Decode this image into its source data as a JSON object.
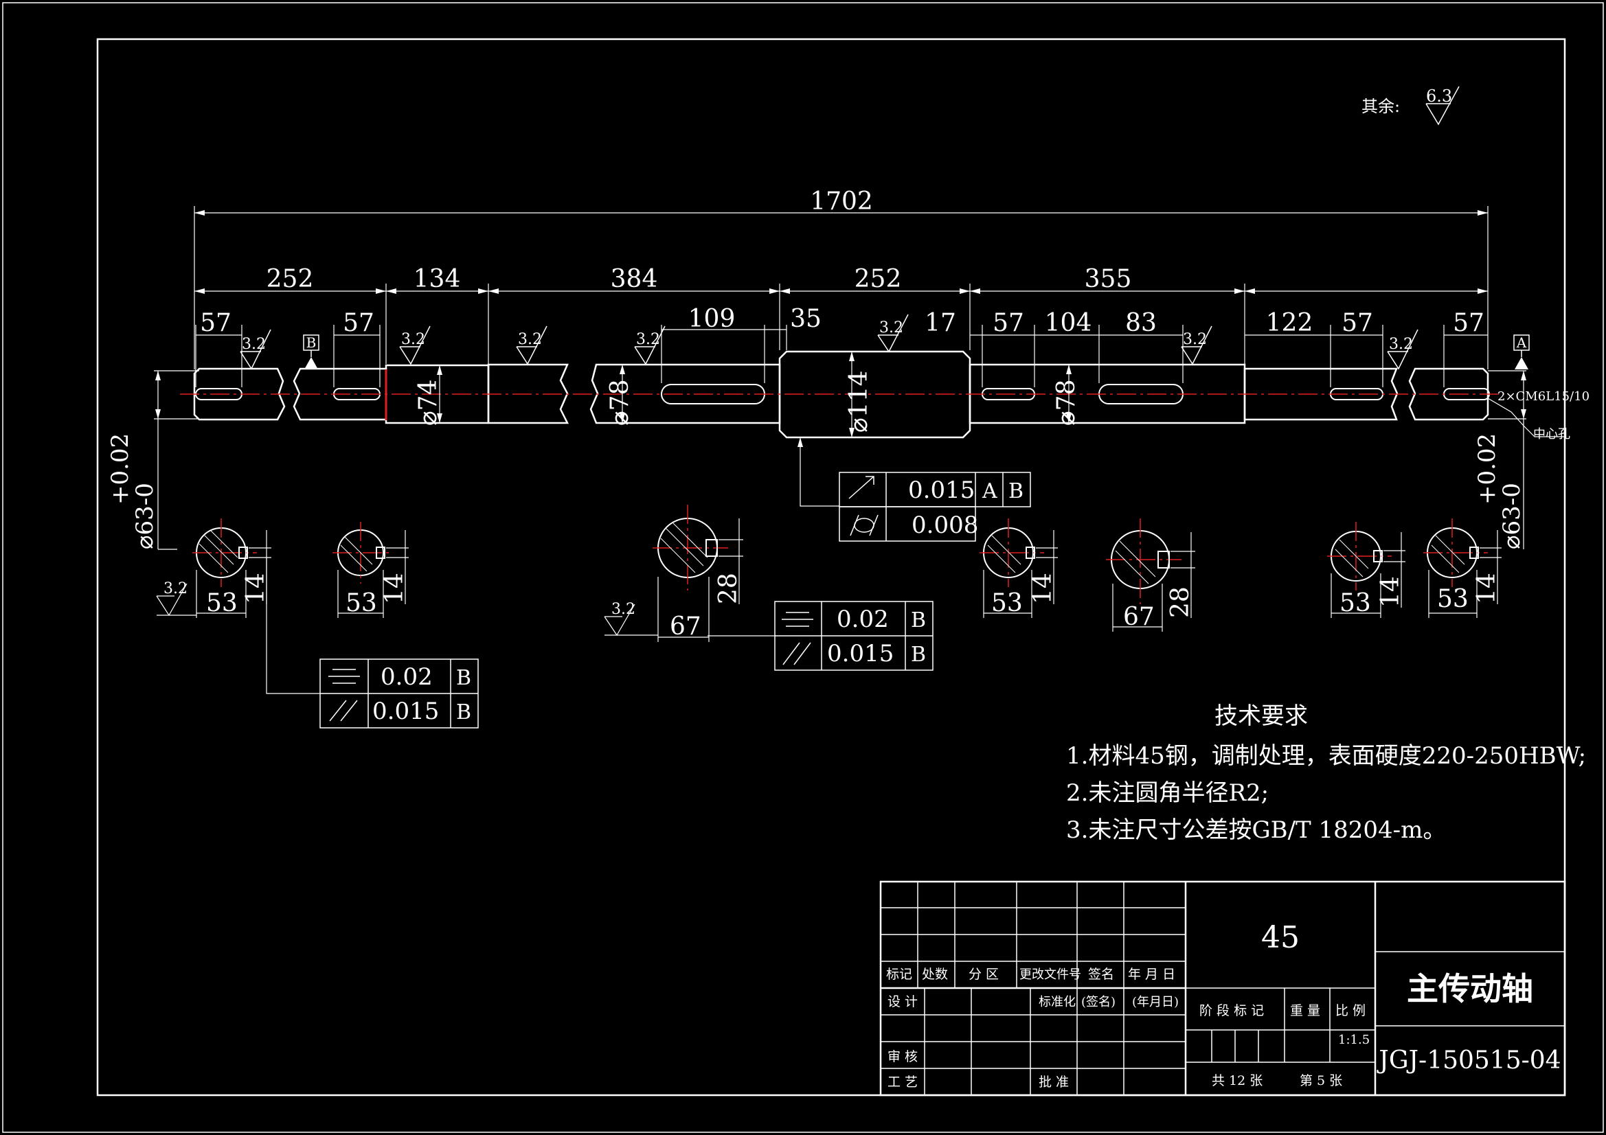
{
  "rough_other": {
    "label": "其余:",
    "value": "6.3"
  },
  "dims": {
    "total": "1702",
    "top_row": [
      "252",
      "134",
      "384",
      "252",
      "355"
    ],
    "sub_row": [
      "57",
      "57",
      "109",
      "35",
      "17",
      "57",
      "104",
      "83",
      "122",
      "57",
      "57"
    ]
  },
  "diameters": {
    "d74": "⌀74",
    "d78a": "⌀78",
    "d114": "⌀114",
    "d78b": "⌀78"
  },
  "end_diameter": {
    "tol": "+0.02",
    "base": "⌀63-0"
  },
  "roughness": "3.2",
  "datums": {
    "a": "A",
    "b": "B"
  },
  "center_hole": {
    "spec": "2×CM6L15/10",
    "label": "中心孔"
  },
  "fcf_center": {
    "row1_value": "0.015",
    "row1_datum1": "A",
    "row1_datum2": "B",
    "row2_value": "0.008"
  },
  "fcf_left": {
    "row1_value": "0.02",
    "row1_datum": "B",
    "row2_value": "0.015",
    "row2_datum": "B"
  },
  "fcf_mid": {
    "row1_value": "0.02",
    "row1_datum": "B",
    "row2_value": "0.015",
    "row2_datum": "B"
  },
  "sections": [
    {
      "width": "53",
      "depth": "14"
    },
    {
      "width": "53",
      "depth": "14"
    },
    {
      "width": "67",
      "depth": "28"
    },
    {
      "width": "53",
      "depth": "14"
    },
    {
      "width": "67",
      "depth": "28"
    },
    {
      "width": "53",
      "depth": "14"
    },
    {
      "width": "53",
      "depth": "14"
    }
  ],
  "tech_requirements": {
    "title": "技术要求",
    "items": [
      "1.材料45钢，调制处理，表面硬度220-250HBW;",
      "2.未注圆角半径R2;",
      "3.未注尺寸公差按GB/T 18204-m。"
    ]
  },
  "title_block": {
    "material": "45",
    "part_name": "主传动轴",
    "drawing_no": "JGJ-150515-04",
    "scale": "1:1.5",
    "sheets_total": "共 12 张",
    "sheet_no": "第 5 张",
    "h_biaoji": "标记",
    "h_chushu": "处数",
    "h_fenqu": "分 区",
    "h_genggai": "更改文件号",
    "h_qianming": "签名",
    "h_nianyueri": "年 月 日",
    "sheji": "设 计",
    "biaozhunhua": "标准化",
    "qianming_p": "(签名)",
    "nianyueri_p": "(年月日)",
    "shenhe": "审 核",
    "gongyi": "工 艺",
    "pizhun": "批 准",
    "jieduan": "阶 段 标 记",
    "zhongliang": "重 量",
    "bili": "比 例"
  }
}
